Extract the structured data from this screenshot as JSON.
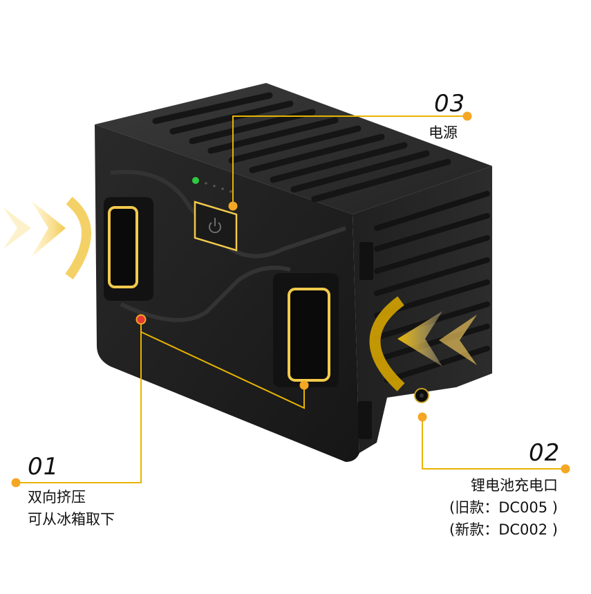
{
  "callouts": {
    "c01": {
      "number": "01",
      "lines": [
        "双向挤压",
        "可从冰箱取下"
      ]
    },
    "c02": {
      "number": "02",
      "lines": [
        "锂电池充电口",
        "(旧款：DC005 )",
        "(新款：DC002 )"
      ]
    },
    "c03": {
      "number": "03",
      "lines": [
        "电源"
      ]
    }
  },
  "colors": {
    "accent_orange": "#F5A623",
    "accent_yellow": "#F2C94C",
    "leader_line": "#E8B400",
    "battery_body": "#1E1E1E",
    "power_led": "#2ECC40",
    "marker_red": "#E53935"
  },
  "icons": [
    "power-icon",
    "chevron-arrow-icon",
    "arc-glow-icon"
  ]
}
